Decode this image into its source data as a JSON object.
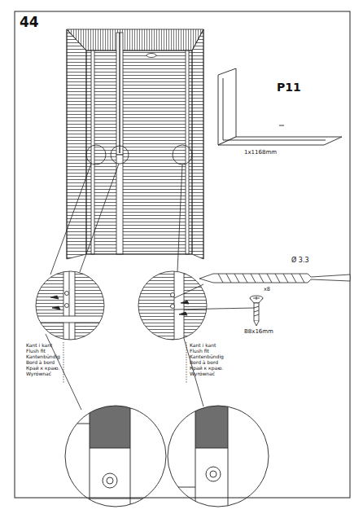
{
  "diagram": {
    "labels": [
      "44",
      "P11",
      "1x1168mm",
      "Ø 3.3",
      "x8",
      "B8x16mm",
      "Kant i kant",
      "Flush fit",
      "Kantenbündig",
      "Bord à bord",
      "Край к краю.",
      "Wyrównać",
      "Kant i kant",
      "Flush fit",
      "Kantenbündig",
      "Bord à bord",
      "Край к краю.",
      "Wyrównać"
    ]
  }
}
